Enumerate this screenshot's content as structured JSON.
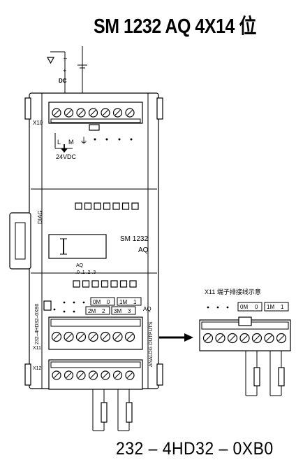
{
  "title": "SM 1232 AQ 4X14 位",
  "part_number": "232 – 4HD32 – 0XB0",
  "module": {
    "name_line1": "SM 1232",
    "name_line2": "AQ",
    "diag_label": "DIAG",
    "aq_label": "AQ",
    "aq_channels": ".0  .1  .2  .3",
    "x10_label": "X10",
    "x11_label": "X11",
    "x12_label": "X12",
    "side_part_label": "232–4HD32–0XB0",
    "side_outputs_label": "ANALOG OUTPUTS",
    "supply_label_l": "L",
    "supply_label_m": "M",
    "supply_voltage": "24VDC",
    "dc_label": "DC",
    "dc_plus": "+",
    "dc_minus": "–",
    "ground_symbol": "⏚",
    "terminal_top_row": [
      "0M",
      "0",
      "1M",
      "1"
    ],
    "terminal_bottom_row": [
      "2M",
      "2",
      "3M",
      "3"
    ],
    "aq_small_label": "AQ"
  },
  "callout": {
    "title": "X11 端子排接线示意",
    "terminals": [
      "0M",
      "0",
      "1M",
      "1"
    ]
  }
}
